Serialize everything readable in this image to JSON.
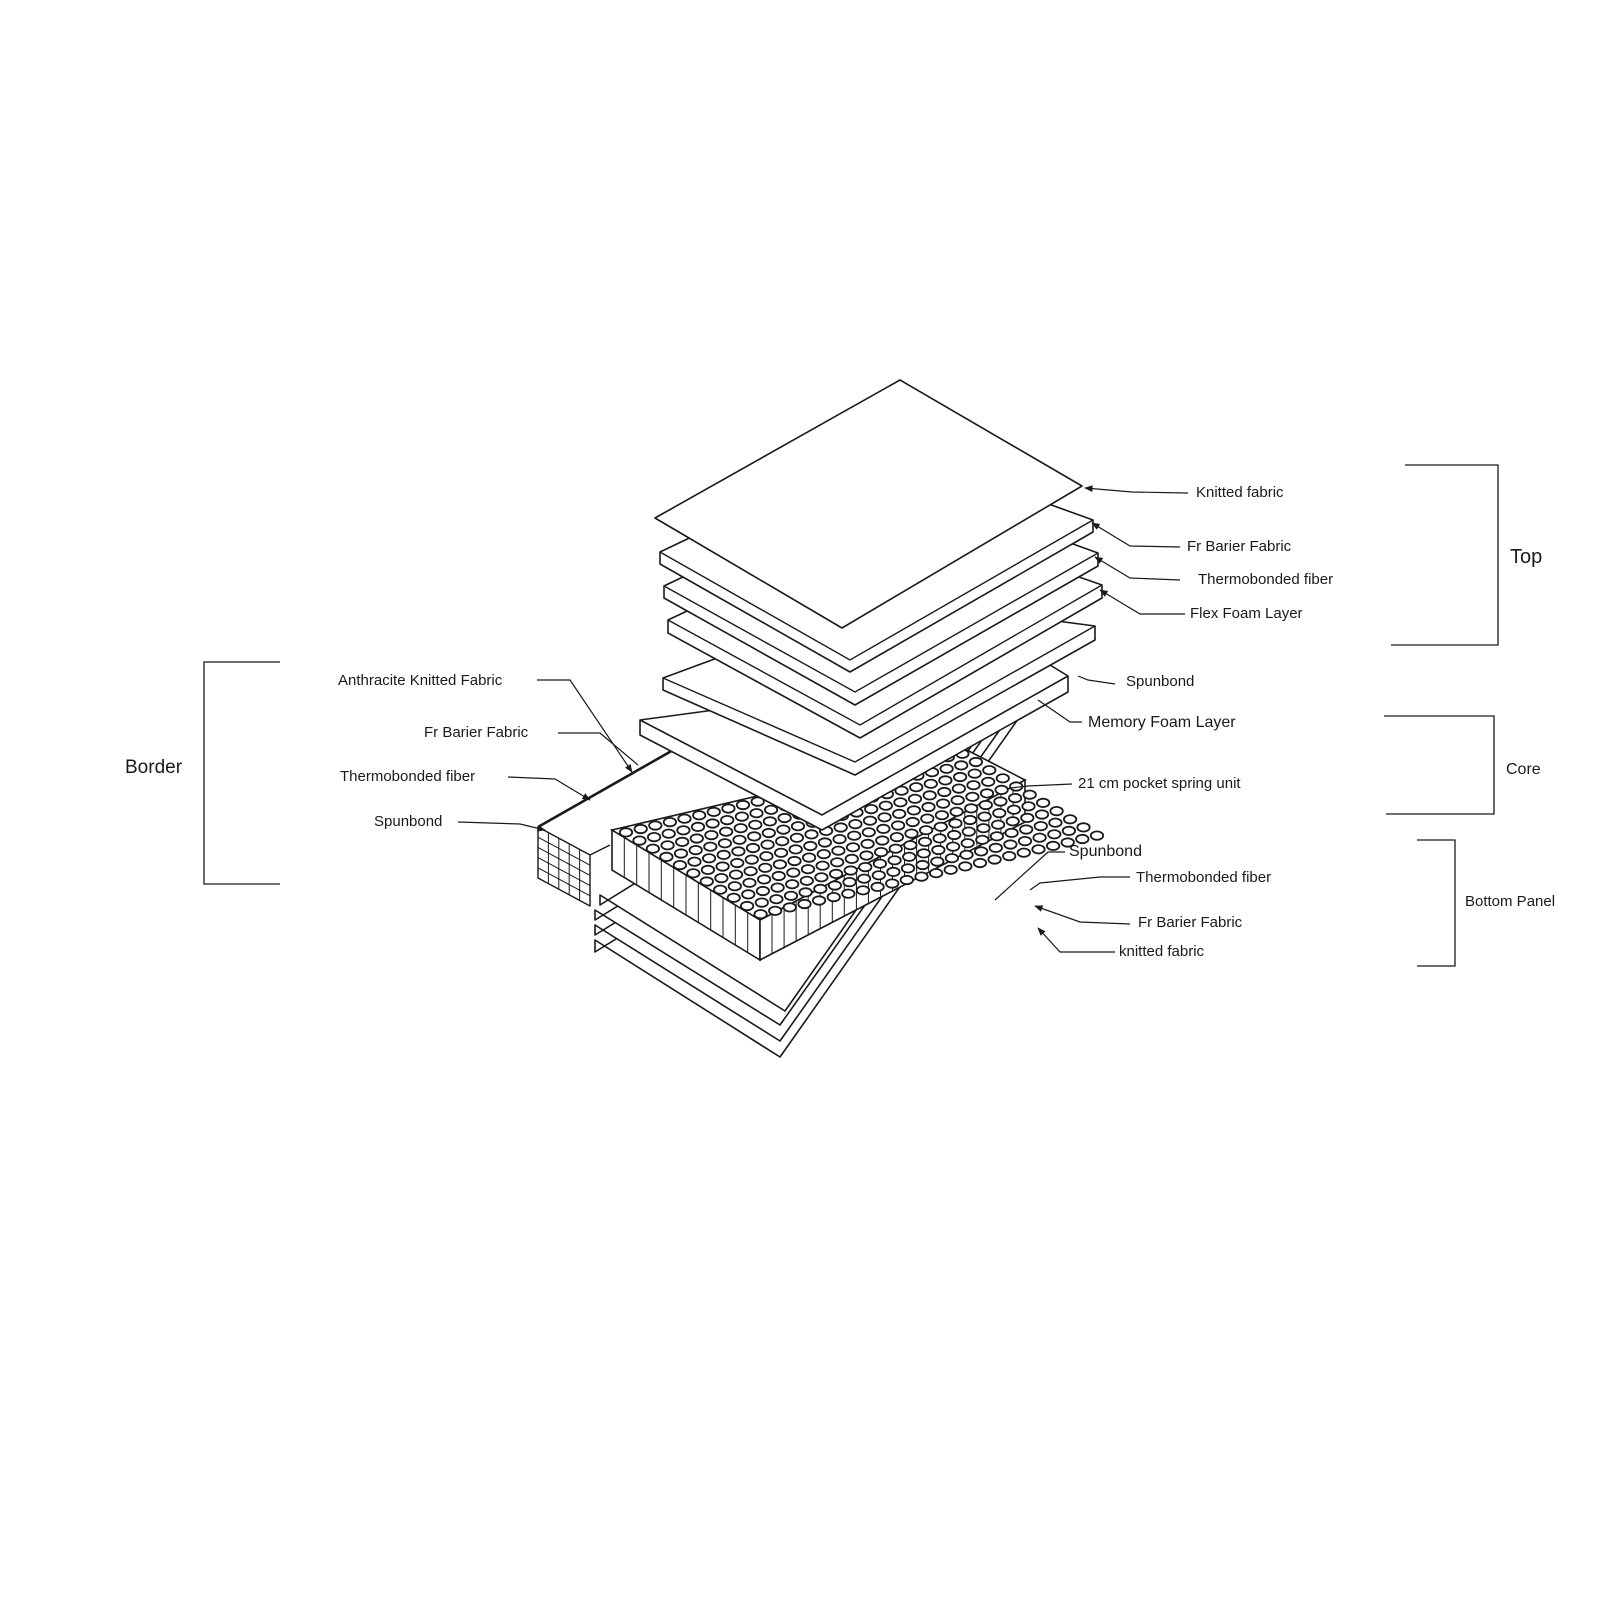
{
  "groups": {
    "top": "Top",
    "core": "Core",
    "bottom": "Bottom Panel",
    "border": "Border"
  },
  "top_layers": {
    "knitted": "Knitted fabric",
    "barrier": "Fr Barier Fabric",
    "thermo": "Thermobonded fiber",
    "flex": "Flex Foam Layer"
  },
  "core_layers": {
    "spunbond": "Spunbond",
    "memory": "Memory Foam Layer",
    "spring": "21 cm pocket spring unit"
  },
  "bottom_layers": {
    "spunbond": "Spunbond",
    "thermo": "Thermobonded fiber",
    "barrier": "Fr Barier Fabric",
    "knitted": "knitted fabric"
  },
  "border_layers": {
    "anthracite": "Anthracite Knitted Fabric",
    "barrier": "Fr Barier Fabric",
    "thermo": "Thermobonded fiber",
    "spunbond": "Spunbond"
  },
  "colors": {
    "ink": "#1a1a1a",
    "background": "#ffffff"
  }
}
